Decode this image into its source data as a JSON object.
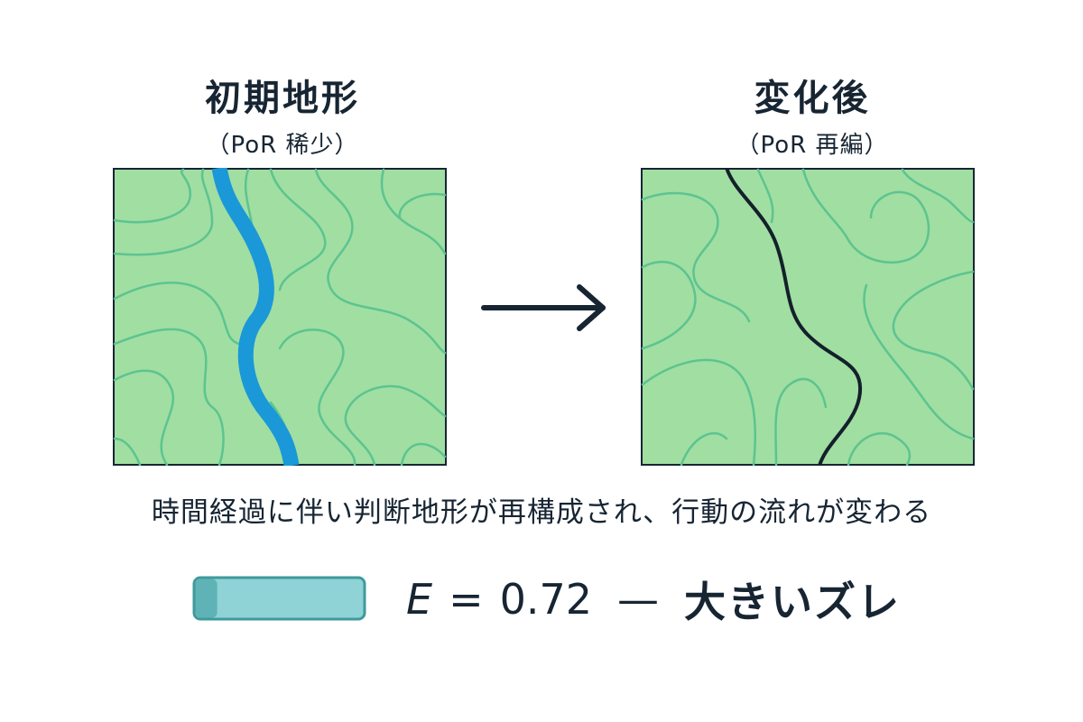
{
  "left_panel": {
    "title": "初期地形",
    "subtitle": "（PoR 稀少）"
  },
  "right_panel": {
    "title": "変化後",
    "subtitle": "（PoR 再編）"
  },
  "caption": "時間経過に伴い判断地形が再構成され、行動の流れが変わる",
  "error": {
    "variable": "E",
    "equals": "=",
    "value": "0.72",
    "dash": "—",
    "description": "大きいズレ",
    "fill_fraction": 0.13
  },
  "colors": {
    "terrain": "#a1deA2",
    "contour": "#5cc490",
    "river": "#1a98d8",
    "path": "#14202b",
    "bar_fill": "#8fd3d6",
    "bar_border": "#3f9a9b"
  },
  "icons": [
    "right-arrow-icon"
  ]
}
